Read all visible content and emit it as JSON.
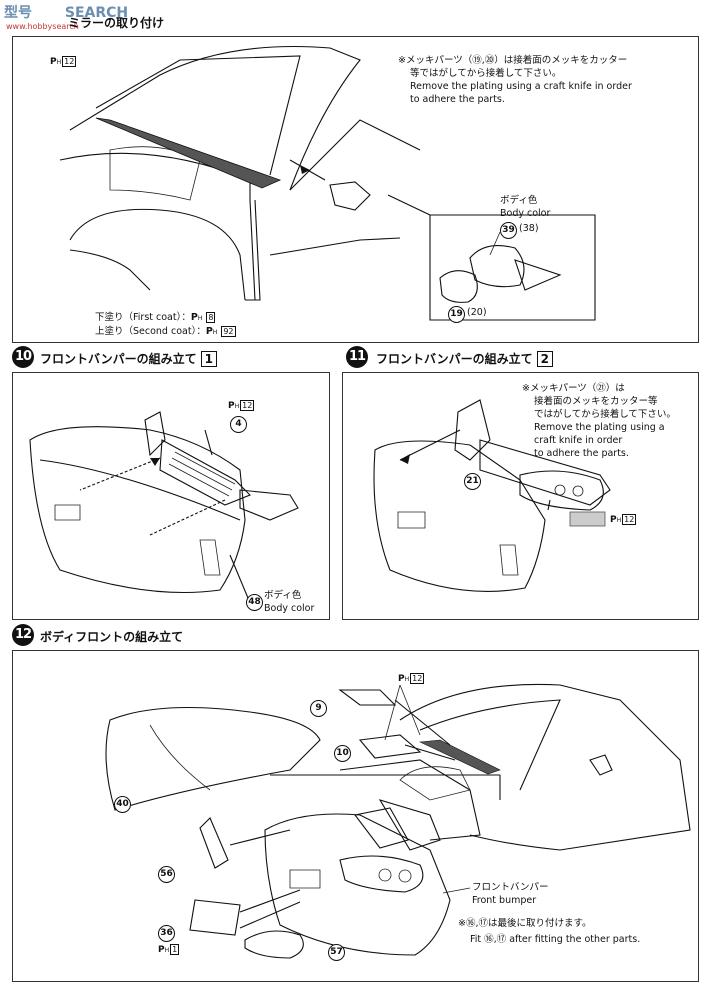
{
  "watermark": {
    "brand": "SEARCH",
    "brand_prefix": "型号",
    "url": "www.hobbysearch"
  },
  "step_mirror": {
    "title": "ミラーの取り付け",
    "note_ja_1": "※メッキパーツ（⑲,⑳）は接着面のメッキをカッター",
    "note_ja_2": "等ではがしてから接着して下さい。",
    "note_en_1": "Remove the plating using a craft knife in order",
    "note_en_2": "to adhere the parts.",
    "body_color_ja": "ボディ色",
    "body_color_en": "Body color",
    "part_39": "39",
    "part_38": "38",
    "part_19": "19",
    "part_20": "20",
    "paint_ph12": "12",
    "first_coat": "下塗り（First coat）：",
    "first_coat_num": "8",
    "second_coat": "上塗り（Second coat）：",
    "second_coat_num": "92"
  },
  "step10": {
    "num": "10",
    "title": "フロントバンパーの組み立て",
    "box": "1",
    "part_4": "4",
    "paint_ph": "12",
    "part_48": "48",
    "body_color_ja": "ボディ色",
    "body_color_en": "Body color"
  },
  "step11": {
    "num": "11",
    "title": "フロントバンパーの組み立て",
    "box": "2",
    "note_ja_1": "※メッキパーツ（㉑）は",
    "note_ja_2": "接着面のメッキをカッター等",
    "note_ja_3": "ではがしてから接着して下さい。",
    "note_en_1": "Remove the plating using a",
    "note_en_2": "craft knife in order",
    "note_en_3": "to adhere the parts.",
    "part_21": "21",
    "paint_ph": "12"
  },
  "step12": {
    "num": "12",
    "title": "ボディフロントの組み立て",
    "part_9": "9",
    "part_10": "10",
    "part_40": "40",
    "part_56": "56",
    "part_36": "36",
    "part_57": "57",
    "paint_ph12": "12",
    "paint_ph1": "1",
    "bumper_ja": "フロントバンパー",
    "bumper_en": "Front bumper",
    "note_ja": "※⑯,⑰は最後に取り付けます。",
    "note_en": "Fit ⑯,⑰ after fitting the other parts."
  },
  "colors": {
    "ink": "#111111",
    "watermark": "#6b8fb0"
  }
}
